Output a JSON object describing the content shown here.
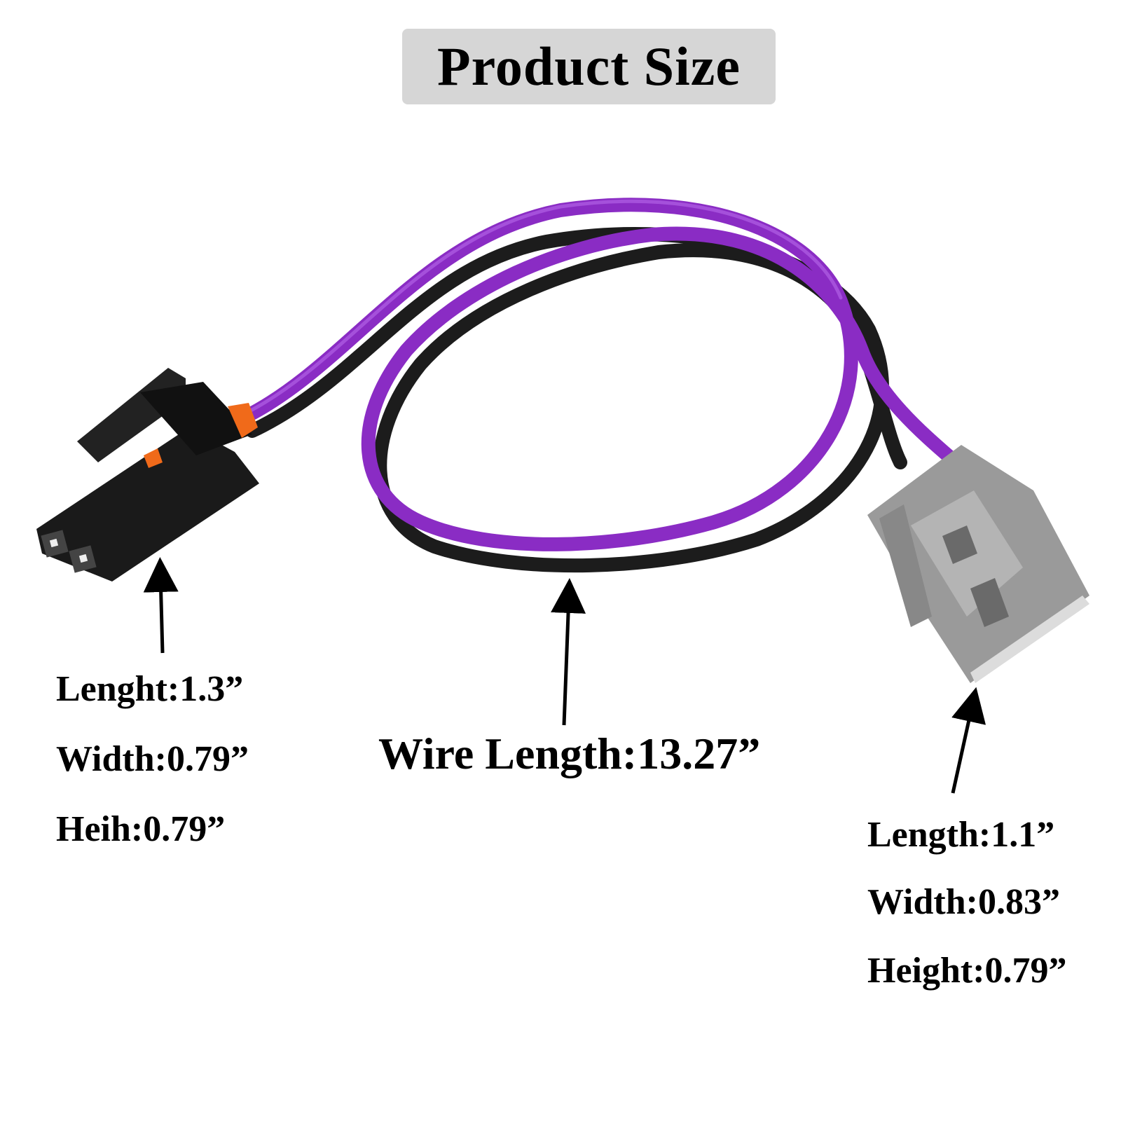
{
  "title": "Product Size",
  "left_connector": {
    "length": "Lenght:1.3”",
    "width": "Width:0.79”",
    "height": "Heih:0.79”"
  },
  "wire": {
    "length": "Wire Length:13.27”"
  },
  "right_connector": {
    "length": "Length:1.1”",
    "width": "Width:0.83”",
    "height": "Height:0.79”"
  },
  "colors": {
    "wire_purple": "#8a2cc4",
    "wire_black": "#1c1c1c",
    "left_connector": "#1a1a1a",
    "latch_orange": "#f06a1a",
    "right_connector": "#9a9a9a",
    "title_background": "#d6d6d6"
  }
}
